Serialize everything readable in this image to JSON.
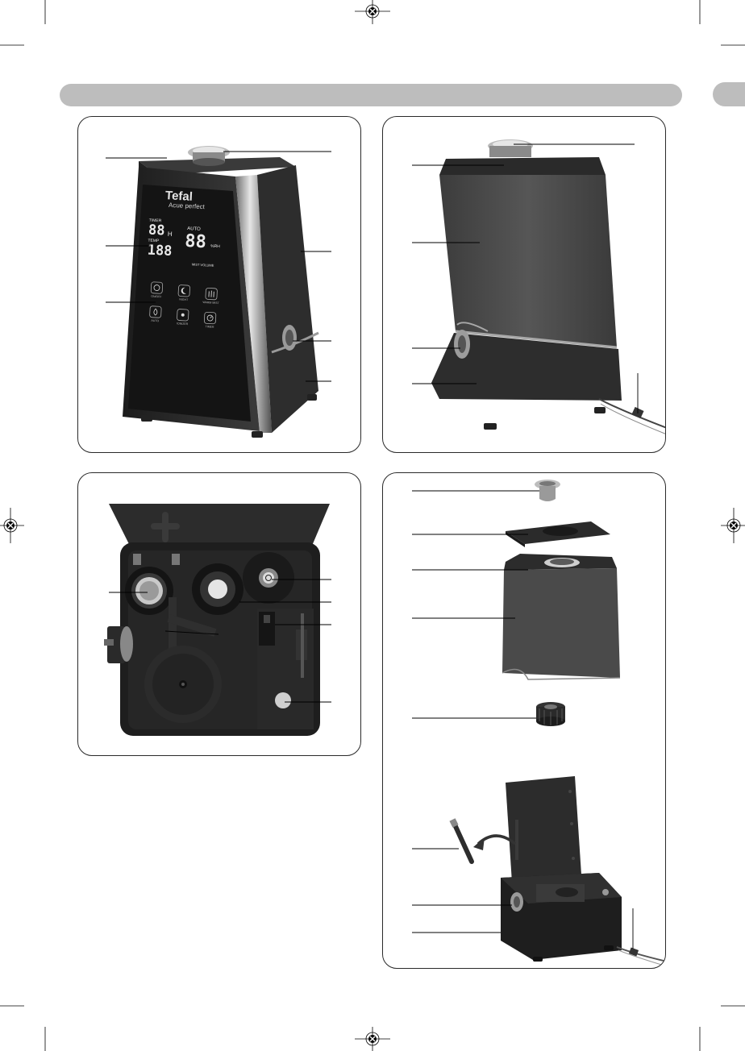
{
  "brand": {
    "logo_text": "Tefal",
    "model_text": "Acue perfect"
  },
  "display": {
    "timer_label": "TIMER",
    "timer_value": "88",
    "timer_unit": "H",
    "temp_label": "TEMP",
    "temp_value": "188",
    "auto_label": "AUTO",
    "humidity_value": "88",
    "humidity_unit": "%RH",
    "mist_volume_label": "MIST VOLUME"
  },
  "buttons": {
    "row1": [
      "ON/OFF",
      "NIGHT",
      "WARM MIST"
    ],
    "row2": [
      "AUTO",
      "IONIZER",
      "TIMER"
    ]
  },
  "colors": {
    "header_bar": "#bdbdbd",
    "panel_border": "#2a2a2a",
    "device_dark": "#2b2b2b",
    "device_grey": "#4a4a4a",
    "chrome": "#b8b8b8"
  },
  "figures": [
    "front-view",
    "rear-view",
    "base-top-view",
    "exploded-view",
    "accessory-view"
  ]
}
